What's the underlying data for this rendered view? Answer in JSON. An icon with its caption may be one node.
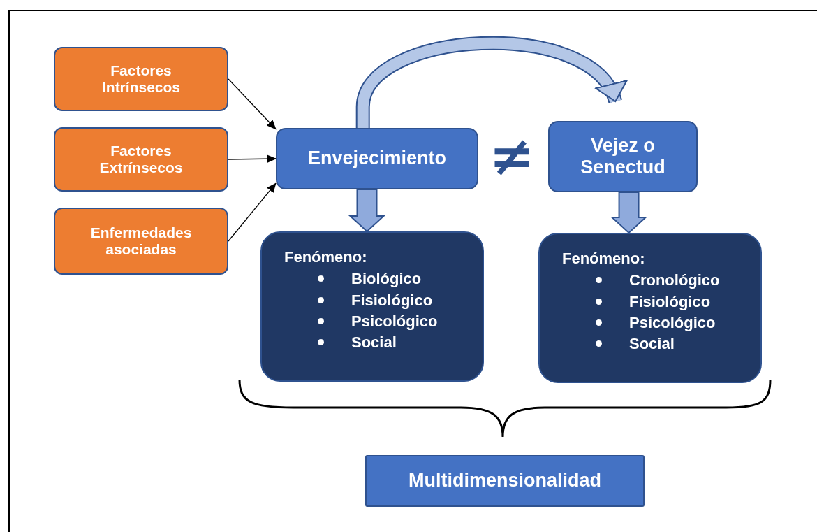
{
  "diagram": {
    "nodes": [
      {
        "text": [
          "Factores Intrínsecos"
        ]
      },
      {
        "text": [
          "Factores Extrínsecos"
        ]
      },
      {
        "text": [
          "Enfermedades asociadas"
        ]
      },
      {
        "text": [
          "Envejecimiento"
        ]
      },
      {
        "text": [
          "Vejez o Senectud"
        ]
      },
      {
        "text": [
          "Fenómeno:",
          "Biológico",
          "Fisiológico",
          "Psicológico",
          "Social"
        ]
      },
      {
        "text": [
          "Fenómeno:",
          "Cronológico",
          "Fisiológico",
          "Psicológico",
          "Social"
        ]
      },
      {
        "text": [
          "Multidimensionalidad"
        ]
      }
    ],
    "edges": [
      {
        "from": 0,
        "to": 3,
        "arrow": "to"
      },
      {
        "from": 1,
        "to": 3,
        "arrow": "to"
      },
      {
        "from": 2,
        "to": 3,
        "arrow": "to"
      },
      {
        "from": 3,
        "to": 4,
        "arrow": "to",
        "style": "thick",
        "color": "#b4c7e7"
      },
      {
        "from": 3,
        "to": 5,
        "arrow": "to",
        "style": "thick",
        "color": "#8faadc"
      },
      {
        "from": 4,
        "to": 6,
        "arrow": "to",
        "style": "thick",
        "color": "#8faadc"
      }
    ],
    "labels": [
      "≠"
    ]
  }
}
